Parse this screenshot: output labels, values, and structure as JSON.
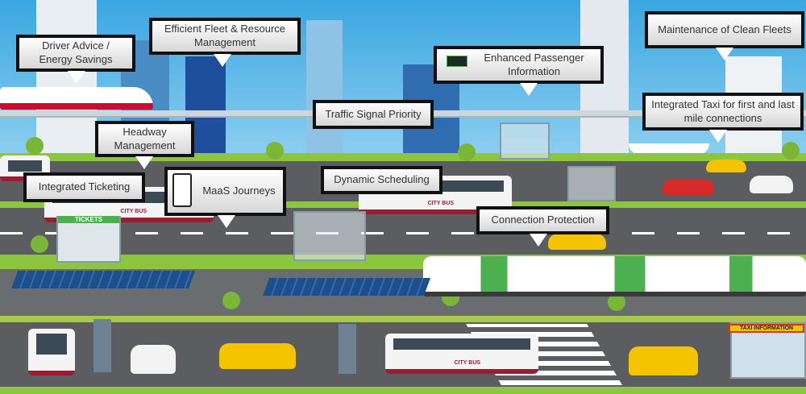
{
  "callouts": {
    "driver_advice": "Driver Advice / Energy Savings",
    "efficient_fleet": "Efficient Fleet & Resource Management",
    "clean_fleets": "Maintenance of Clean Fleets",
    "passenger_info": "Enhanced Passenger Information",
    "signal_priority": "Traffic Signal Priority",
    "integrated_taxi": "Integrated Taxi for first and last mile connections",
    "headway": "Headway Management",
    "ticketing": "Integrated Ticketing",
    "maas": "MaaS Journeys",
    "dynamic_scheduling": "Dynamic Scheduling",
    "connection_protection": "Connection Protection"
  },
  "signs": {
    "tickets": "TICKETS",
    "city_bus": "CITY BUS",
    "taxi": "TAXI",
    "taxi_information": "INFORMATION"
  },
  "colors": {
    "sky": "#3aa6e0",
    "road": "#5b5d60",
    "grass": "#8cc63f",
    "bus_accent": "#9b1b30",
    "taxi": "#f5c400",
    "tram_accent": "#4caf50"
  }
}
